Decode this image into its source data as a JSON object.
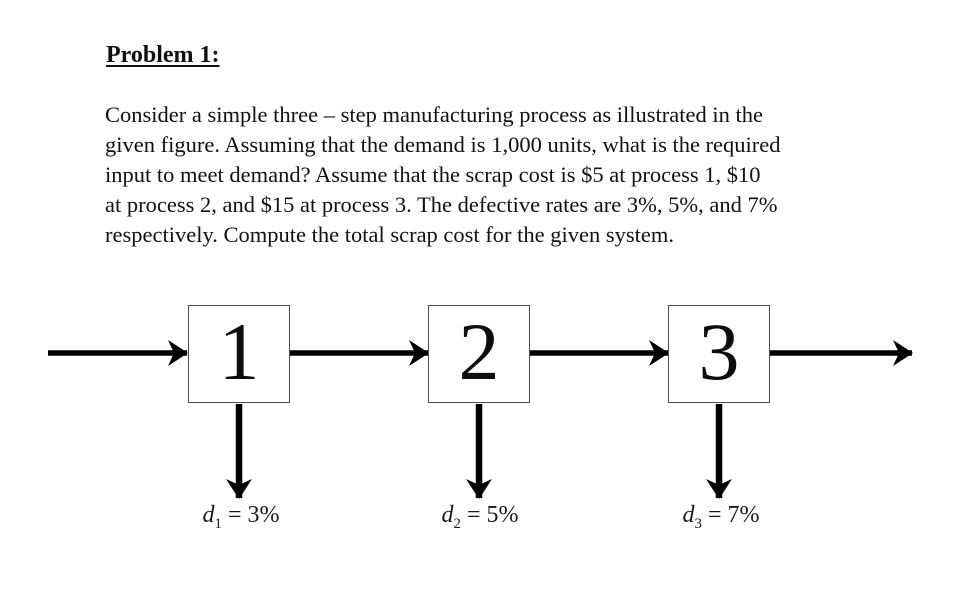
{
  "problem": {
    "title": "Problem 1:",
    "body_lines": [
      "Consider a simple three – step manufacturing process as illustrated in the",
      "given figure. Assuming that the demand is 1,000 units, what is the required",
      "input to meet demand? Assume that the scrap cost is $5 at process 1, $10",
      "at process 2, and $15 at process 3. The defective rates are 3%, 5%, and 7%",
      "respectively. Compute the total scrap cost for the given system."
    ]
  },
  "diagram": {
    "processes": [
      {
        "label": "1",
        "defect": {
          "symbol": "d",
          "subscript": "1",
          "rest": "= 3%"
        }
      },
      {
        "label": "2",
        "defect": {
          "symbol": "d",
          "subscript": "2",
          "rest": "= 5%"
        }
      },
      {
        "label": "3",
        "defect": {
          "symbol": "d",
          "subscript": "3",
          "rest": "= 7%"
        }
      }
    ],
    "colors": {
      "arrow": "#000000",
      "box_border": "#4d4d4d",
      "background": "#ffffff",
      "text": "#111111"
    }
  }
}
